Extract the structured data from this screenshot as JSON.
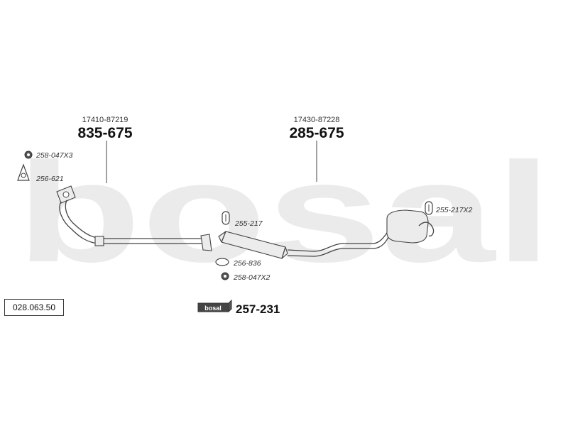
{
  "reference_number": "028.063.50",
  "watermark_text": "bosal",
  "brand_logo_text": "bosal",
  "parts": {
    "front_pipe": {
      "oem_number": "17410-87219",
      "part_number": "835-675"
    },
    "rear_silencer": {
      "oem_number": "17430-87228",
      "part_number": "285-675"
    },
    "gasket_front_ring": {
      "part_number": "258-047X3",
      "icon": "ring-gasket-icon"
    },
    "gasket_front_flange": {
      "part_number": "256-621",
      "icon": "flange-gasket-icon"
    },
    "rubber_mount_mid": {
      "part_number": "255-217",
      "icon": "rubber-mount-icon"
    },
    "gasket_mid_flange": {
      "part_number": "256-836",
      "icon": "flange-gasket-icon"
    },
    "gasket_mid_ring": {
      "part_number": "258-047X2",
      "icon": "ring-gasket-icon"
    },
    "rubber_mount_rear": {
      "part_number": "255-217X2",
      "icon": "rubber-mount-icon"
    },
    "mounting_kit": {
      "part_number": "257-231",
      "icon": "mounting-kit-box-icon"
    }
  },
  "colors": {
    "watermark": "#ebebeb",
    "line": "#444444",
    "text": "#222222"
  }
}
